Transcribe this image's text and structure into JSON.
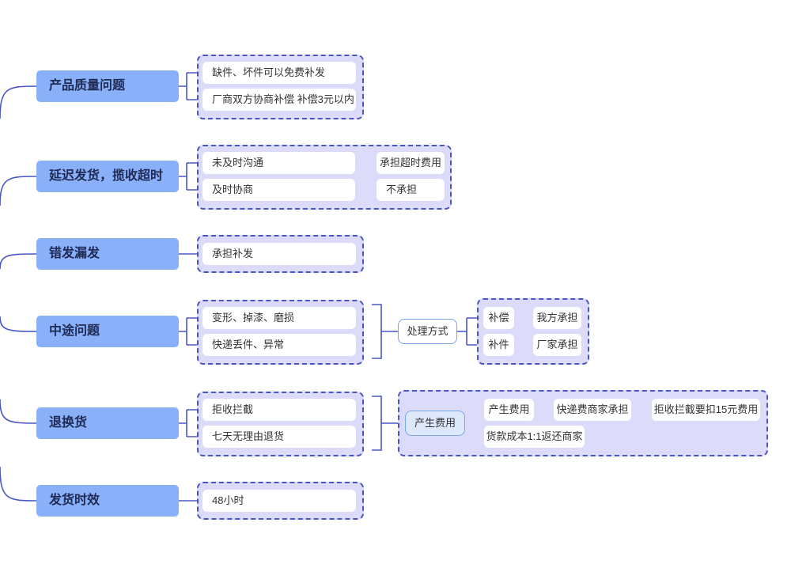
{
  "colors": {
    "topic_bg": "#89b0f8",
    "group_bg": "#dcdcfa",
    "group_border": "#4a55c4",
    "line": "#4a55c4",
    "method_border": "#7aa6ea"
  },
  "topics": [
    {
      "label": "产品质量问题",
      "items": [
        "缺件、坏件可以免费补发",
        "厂商双方协商补偿  补偿3元以内"
      ]
    },
    {
      "label": "延迟发货，揽收超时",
      "items": [
        "未及时沟通",
        "及时协商"
      ],
      "results": [
        "承担超时费用",
        "不承担"
      ]
    },
    {
      "label": "错发漏发",
      "items": [
        "承担补发"
      ]
    },
    {
      "label": "中途问题",
      "items": [
        "变形、掉漆、磨损",
        "快递丢件、异常"
      ],
      "method": "处理方式",
      "options": [
        {
          "label": "补偿",
          "result": "我方承担"
        },
        {
          "label": "补件",
          "result": "厂家承担"
        }
      ]
    },
    {
      "label": "退换货",
      "items": [
        "拒收拦截",
        "七天无理由退货"
      ],
      "method": "产生费用",
      "fees": {
        "label": "产生费用",
        "step": "快递费商家承担",
        "final": "拒收拦截要扣15元费用",
        "cost": "货款成本1:1返还商家"
      }
    },
    {
      "label": "发货时效",
      "items": [
        "48小时"
      ]
    }
  ]
}
